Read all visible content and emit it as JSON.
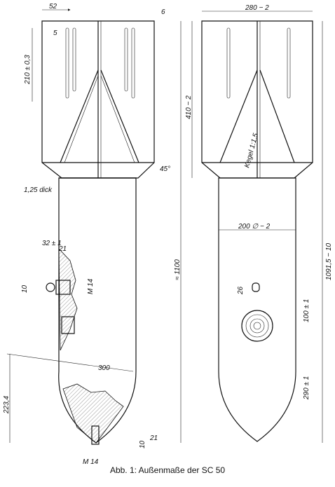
{
  "caption": "Abb. 1: Außenmaße der SC 50",
  "left_view": {
    "dim_fin_width": "52",
    "dim_part_no": "6",
    "dim_hole": "5",
    "dim_rib_length": "210 ± 0,3",
    "dim_sheet": "1,25 dick",
    "dim_angle": "45°",
    "dim_boss_outer": "32 ± 1",
    "dim_boss_inner": "21",
    "dim_ring": "10",
    "dim_thread_side": "M 14",
    "dim_radius": "300",
    "dim_nose": "223,4",
    "dim_bottom_21": "21",
    "dim_bottom_10": "10",
    "dim_thread_nose": "M 14"
  },
  "right_view": {
    "dim_tail_width": "280 − 2",
    "dim_tail_length": "410 − 2",
    "dim_cone": "Kegel 1:1,5",
    "dim_body_dia": "200 ∅ − 2",
    "dim_total": "≈ 1100",
    "dim_total_right": "1091,5 − 10",
    "dim_lug_dia": "26",
    "dim_lug_spacing": "100 ± 1",
    "dim_lug_pos": "290 ± 1"
  }
}
